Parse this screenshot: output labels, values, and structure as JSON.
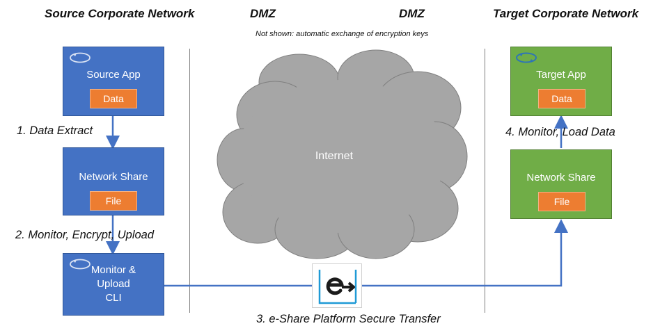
{
  "headers": {
    "source_network": "Source Corporate Network",
    "dmz_left": "DMZ",
    "dmz_right": "DMZ",
    "target_network": "Target Corporate Network"
  },
  "note": "Not shown: automatic exchange of encryption keys",
  "cloud_label": "Internet",
  "source": {
    "app": {
      "title": "Source App",
      "tag": "Data"
    },
    "share": {
      "title": "Network Share",
      "tag": "File"
    },
    "cli": {
      "title_lines": [
        "Monitor &",
        "Upload",
        "CLI"
      ]
    }
  },
  "target": {
    "app": {
      "title": "Target App",
      "tag": "Data"
    },
    "share": {
      "title": "Network Share",
      "tag": "File"
    }
  },
  "steps": {
    "step1": "1. Data Extract",
    "step2": "2. Monitor, Encrypt, Upload",
    "step3": "3. e-Share Platform Secure Transfer",
    "step4": "4. Monitor, Load Data"
  },
  "colors": {
    "blue_box": "#4472c4",
    "green_box": "#70ad47",
    "orange_tag": "#ed7d31",
    "arrow": "#4472c4",
    "cloud": "#a6a6a6"
  },
  "icons": {
    "sync": "sync-icon",
    "eshare": "e-share-logo-icon"
  }
}
